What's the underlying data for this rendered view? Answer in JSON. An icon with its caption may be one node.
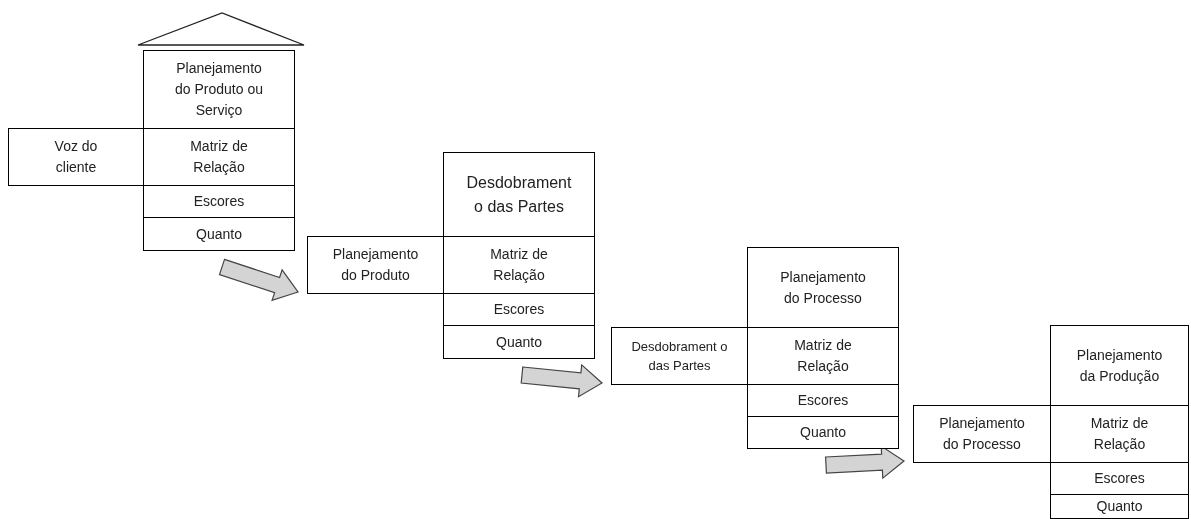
{
  "diagram": {
    "nodes": [
      {
        "text": [
          "Planejamento do Produto ou Serviço"
        ]
      },
      {
        "text": [
          "Voz do cliente"
        ]
      },
      {
        "text": [
          "Matriz de Relação"
        ]
      },
      {
        "text": [
          "Escores"
        ]
      },
      {
        "text": [
          "Quanto"
        ]
      },
      {
        "text": [
          "Desdobrament o das Partes"
        ]
      },
      {
        "text": [
          "Planejamento do Produto"
        ]
      },
      {
        "text": [
          "Matriz de Relação"
        ]
      },
      {
        "text": [
          "Escores"
        ]
      },
      {
        "text": [
          "Quanto"
        ]
      },
      {
        "text": [
          "Planejamento do Processo"
        ]
      },
      {
        "text": [
          "Desdobrament o das Partes"
        ]
      },
      {
        "text": [
          "Matriz de Relação"
        ]
      },
      {
        "text": [
          "Escores"
        ]
      },
      {
        "text": [
          "Quanto"
        ]
      },
      {
        "text": [
          "Planejamento da Produção"
        ]
      },
      {
        "text": [
          "Planejamento do Processo"
        ]
      },
      {
        "text": [
          "Matriz de Relação"
        ]
      },
      {
        "text": [
          "Escores"
        ]
      },
      {
        "text": [
          "Quanto"
        ]
      }
    ],
    "edges": [
      {
        "from": 4,
        "to": 6,
        "arrow": "to"
      },
      {
        "from": 9,
        "to": 11,
        "arrow": "to"
      },
      {
        "from": 14,
        "to": 16,
        "arrow": "to"
      }
    ]
  }
}
